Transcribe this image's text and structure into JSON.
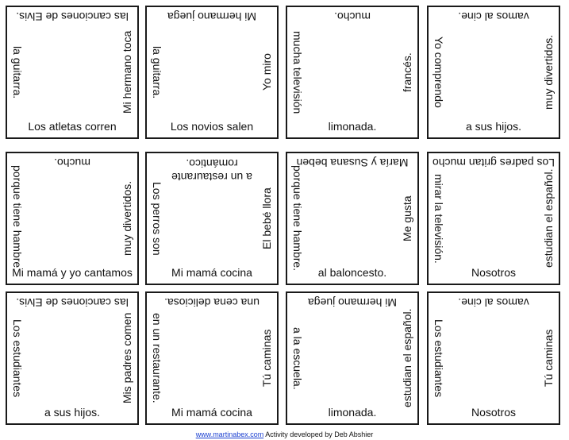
{
  "cards": [
    {
      "top": "las canciones de Elvis.",
      "left": "la guitarra.",
      "right": "Mi hermano toca",
      "bottom": "Los atletas corren"
    },
    {
      "top": "Mi hermano juega",
      "left": "la guitarra.",
      "right": "Yo miro",
      "bottom": "Los novios salen"
    },
    {
      "top": "mucho.",
      "left": "mucha televisión",
      "right": "francés.",
      "bottom": "limonada."
    },
    {
      "top": "vamos al cine.",
      "left": "Yo comprendo",
      "right": "muy divertidos.",
      "bottom": "a sus hijos."
    },
    {
      "top": "mucho.",
      "left": "porque tiene hambre.",
      "right": "muy divertidos.",
      "bottom": "Mi mamá y yo cantamos"
    },
    {
      "top": "a un restaurante romántico.",
      "left": "Los perros son",
      "right": "El bebé llora",
      "bottom": "Mi mamá cocina"
    },
    {
      "top": "María y Susana beben",
      "left": "porque tiene hambre.",
      "right": "Me gusta",
      "bottom": "al baloncesto."
    },
    {
      "top": "Los padres gritan mucho",
      "left": "mirar la televisión.",
      "right": "estudian el español.",
      "bottom": "Nosotros"
    },
    {
      "top": "las canciones de Elvis.",
      "left": "Los estudiantes",
      "right": "Mis padres comen",
      "bottom": "a sus hijos."
    },
    {
      "top": "una cena deliciosa.",
      "left": "en un restaurante.",
      "right": "Tú caminas",
      "bottom": "Mi mamá cocina"
    },
    {
      "top": "Mi hermano juega",
      "left": "a la escuela.",
      "right": "estudian el español.",
      "bottom": "limonada."
    },
    {
      "top": "vamos al cine.",
      "left": "Los estudiantes",
      "right": "Tú caminas",
      "bottom": "Nosotros"
    }
  ],
  "footer": {
    "link": "www.martinabex.com",
    "credit": " Activity developed by Deb Abshier"
  }
}
